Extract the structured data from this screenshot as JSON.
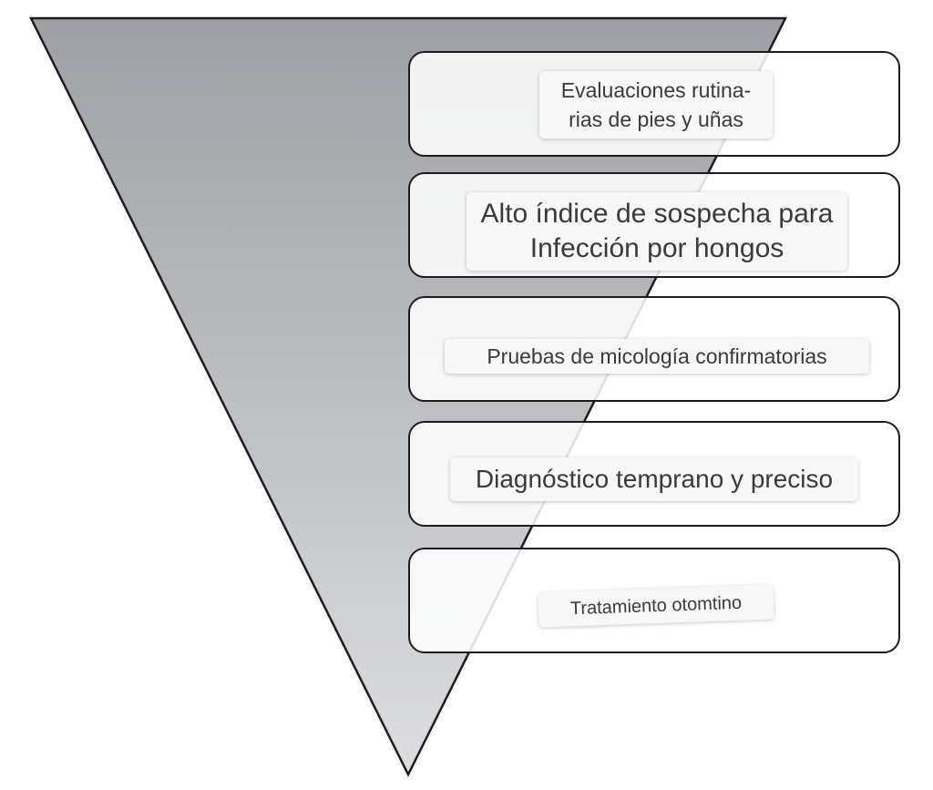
{
  "funnel": {
    "fill_top_color": "#9d9fa4",
    "fill_bottom_color": "#dcdde0",
    "outline_color": "#1c1c1c"
  },
  "stages": [
    {
      "label": "Evaluaciones rutina-\nrias de pies y uñas"
    },
    {
      "label": "Alto índice de sospecha para\nInfección por hongos"
    },
    {
      "label": "Pruebas de micología confirmatorias"
    },
    {
      "label": "Diagnóstico temprano y preciso"
    },
    {
      "label": "Tratamiento otomtino"
    }
  ]
}
